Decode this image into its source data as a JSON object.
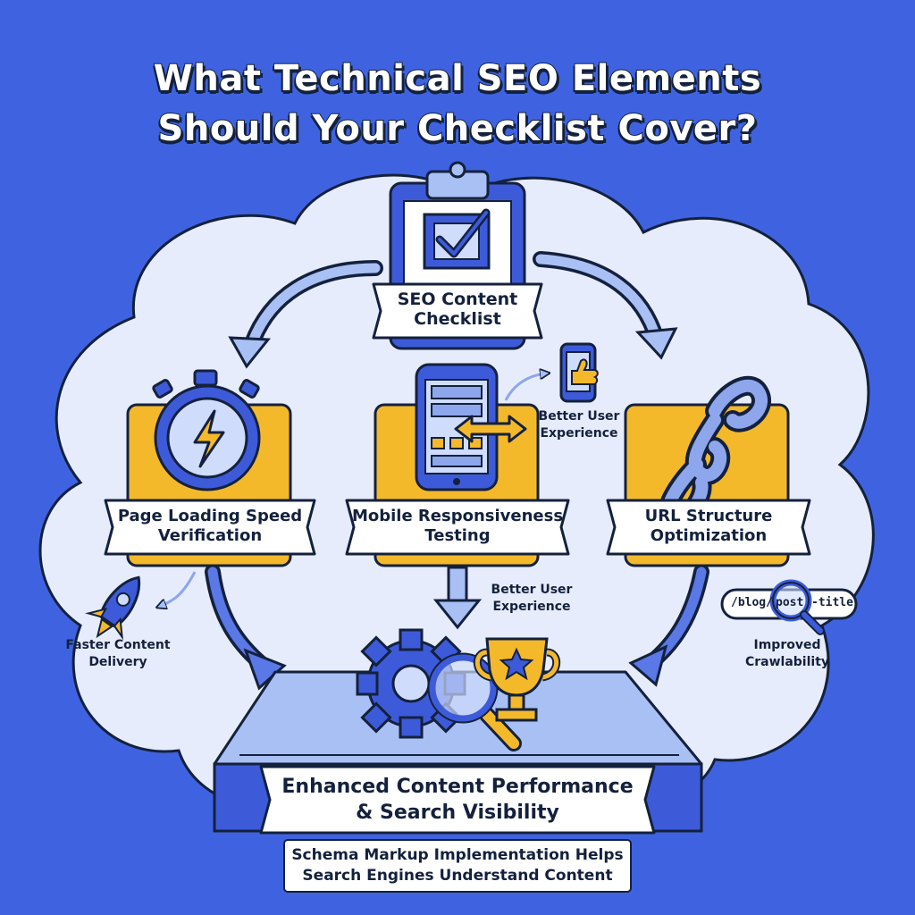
{
  "title": {
    "line1": "What Technical SEO Elements",
    "line2": "Should Your Checklist Cover?"
  },
  "colors": {
    "background": "#3f63e0",
    "cloud": "#e6ecfb",
    "accent_yellow": "#f4b92b",
    "accent_blue": "#3d5bd9",
    "outline": "#14213d"
  },
  "top_node": {
    "icon": "clipboard-check-icon",
    "line1": "SEO Content",
    "line2": "Checklist"
  },
  "nodes": [
    {
      "icon": "stopwatch-lightning-icon",
      "line1": "Page Loading Speed",
      "line2": "Verification"
    },
    {
      "icon": "smartphone-layout-icon",
      "line1": "Mobile Responsiveness",
      "line2": "Testing"
    },
    {
      "icon": "chain-link-icon",
      "line1": "URL Structure",
      "line2": "Optimization"
    }
  ],
  "annotations": {
    "phone_thumb": {
      "icon": "phone-thumbs-up-icon",
      "line1": "Better User",
      "line2": "Experience"
    },
    "mobile_below": {
      "line1": "Better User",
      "line2": "Experience"
    },
    "rocket": {
      "icon": "rocket-icon",
      "line1": "Faster Content",
      "line2": "Delivery"
    },
    "url_pill": {
      "icon": "magnifier-icon",
      "text_left": "/blog/",
      "text_mid": "post",
      "text_right": "-title"
    },
    "crawl": {
      "line1": "Improved",
      "line2": "Crawlability"
    }
  },
  "platform": {
    "icons": [
      "gear-icon",
      "magnifier-icon",
      "trophy-icon"
    ],
    "line1": "Enhanced Content Performance",
    "line2": "& Search Visibility"
  },
  "footer_note": {
    "line1": "Schema Markup Implementation Helps",
    "line2": "Search Engines Understand Content"
  }
}
